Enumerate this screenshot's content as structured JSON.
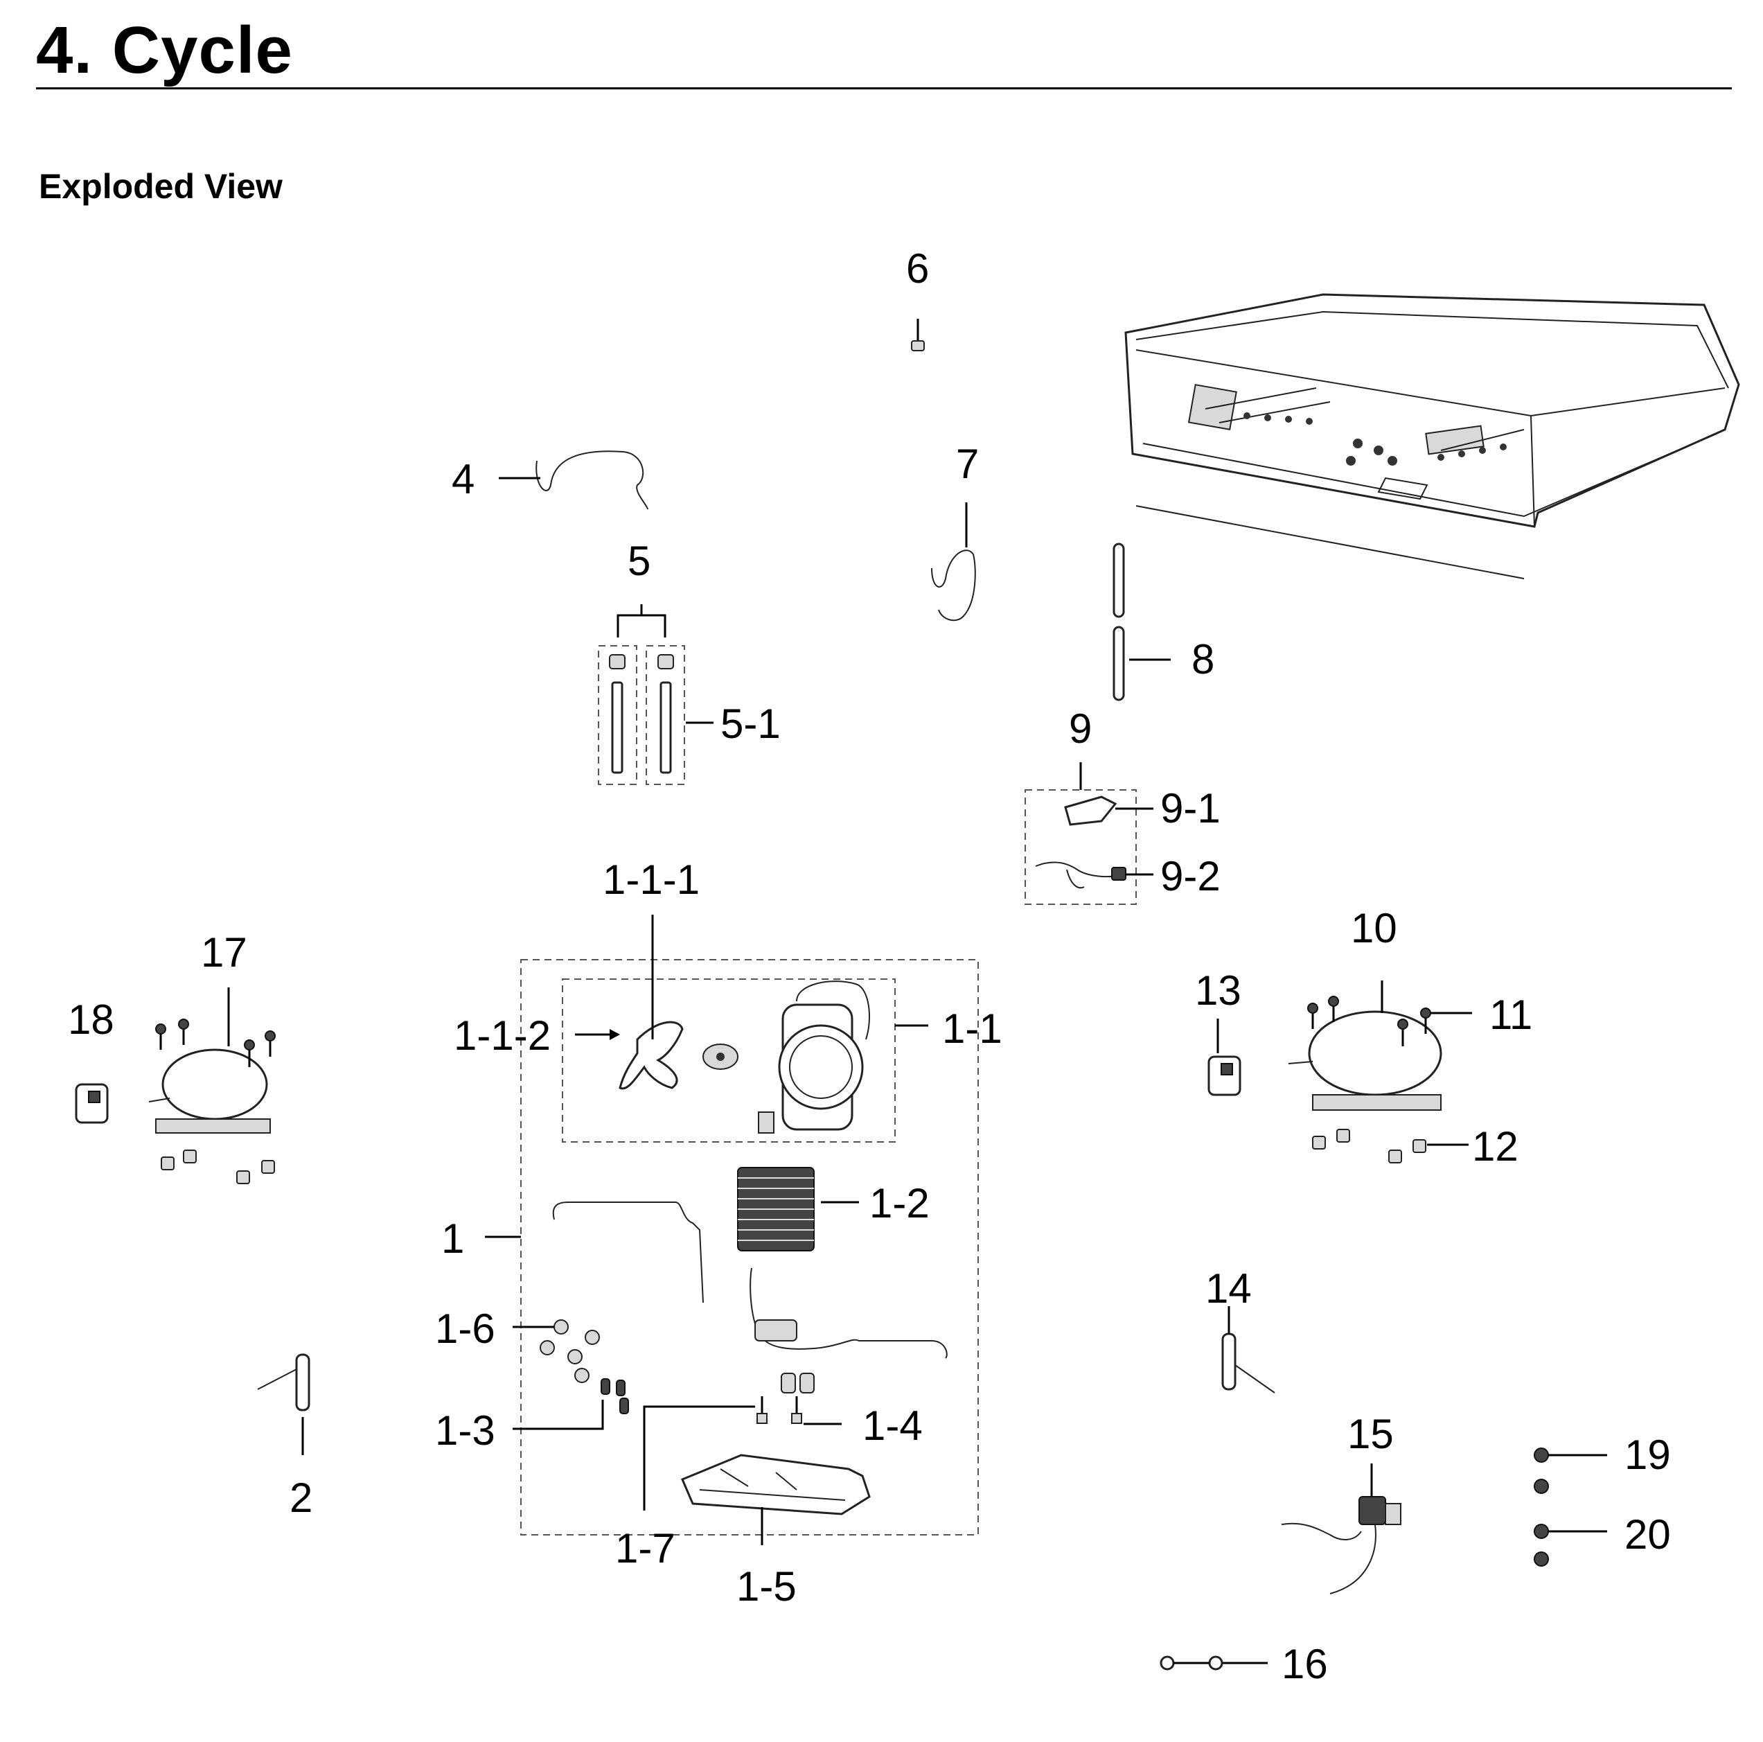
{
  "header": {
    "title": "4.  Cycle",
    "subtitle": "Exploded View"
  },
  "callouts": {
    "c1": "1",
    "c1_1": "1-1",
    "c1_1_1": "1-1-1",
    "c1_1_2": "1-1-2",
    "c1_2": "1-2",
    "c1_3": "1-3",
    "c1_4": "1-4",
    "c1_5": "1-5",
    "c1_6": "1-6",
    "c1_7": "1-7",
    "c2": "2",
    "c4": "4",
    "c5": "5",
    "c5_1": "5-1",
    "c6": "6",
    "c7": "7",
    "c8": "8",
    "c9": "9",
    "c9_1": "9-1",
    "c9_2": "9-2",
    "c10": "10",
    "c11": "11",
    "c12": "12",
    "c13": "13",
    "c14": "14",
    "c15": "15",
    "c16": "16",
    "c17": "17",
    "c18": "18",
    "c19": "19",
    "c20": "20"
  }
}
